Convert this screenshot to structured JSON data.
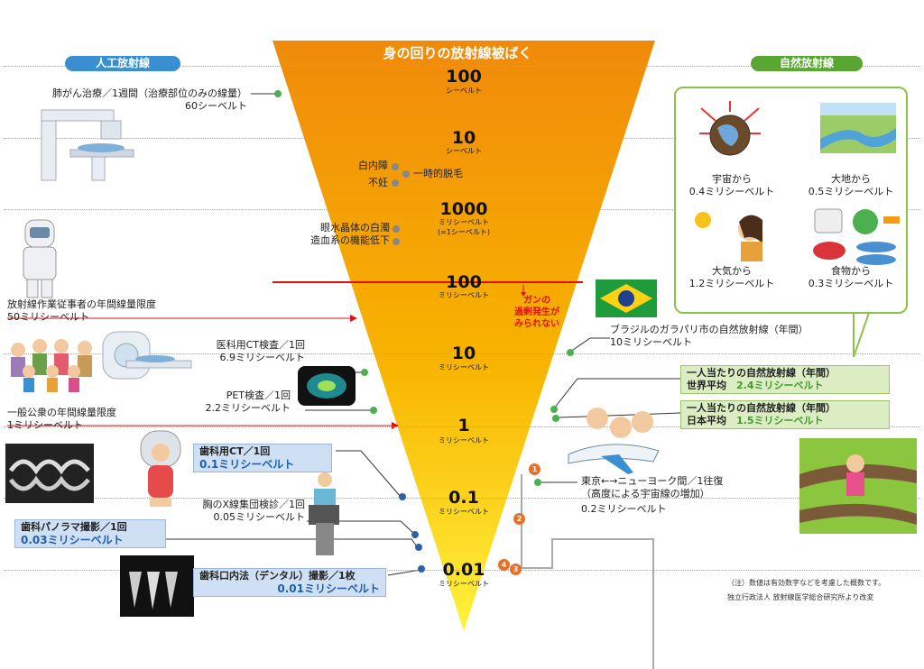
{
  "title": "身の回りの放射線被ばく",
  "badges": {
    "artificial": "人工放射線",
    "natural": "自然放射線"
  },
  "scale": [
    {
      "num": "100",
      "unit": "シーベルト"
    },
    {
      "num": "10",
      "unit": "シーベルト"
    },
    {
      "num": "1000",
      "unit": "ミリシーベルト",
      "unit2": "(=1シーベルト)"
    },
    {
      "num": "100",
      "unit": "ミリシーベルト"
    },
    {
      "num": "10",
      "unit": "ミリシーベルト"
    },
    {
      "num": "1",
      "unit": "ミリシーベルト"
    },
    {
      "num": "0.1",
      "unit": "ミリシーベルト"
    },
    {
      "num": "0.01",
      "unit": "ミリシーベルト"
    }
  ],
  "effects": {
    "cataract": "白内障",
    "sterility": "不妊",
    "hair_loss": "一時的脱毛",
    "lens_opacity": "眼水晶体の白濁",
    "hematopoietic": "造血系の機能低下",
    "cancer_line": "ガンの\n過剰発生が\nみられない"
  },
  "left": {
    "lung": {
      "l1": "肺がん治療／1週間（治療部位のみの線量）",
      "l2": "60シーベルト"
    },
    "worker": {
      "l1": "放射線作業従事者の年間線量限度",
      "l2": "50ミリシーベルト"
    },
    "ct": {
      "l1": "医科用CT検査／1回",
      "l2": "6.9ミリシーベルト"
    },
    "pet": {
      "l1": "PET検査／1回",
      "l2": "2.2ミリシーベルト"
    },
    "public": {
      "l1": "一般公衆の年間線量限度",
      "l2": "1ミリシーベルト"
    },
    "dental_ct": {
      "l1": "歯科用CT／1回",
      "l2": "0.1ミリシーベルト"
    },
    "chest": {
      "l1": "胸のX線集団検診／1回",
      "l2": "0.05ミリシーベルト"
    },
    "panorama": {
      "l1": "歯科パノラマ撮影／1回",
      "l2": "0.03ミリシーベルト"
    },
    "intraoral": {
      "l1": "歯科口内法（デンタル）撮影／1枚",
      "l2": "0.01ミリシーベルト"
    }
  },
  "right": {
    "natural_items": [
      {
        "l1": "宇宙から",
        "l2": "0.4ミリシーベルト"
      },
      {
        "l1": "大地から",
        "l2": "0.5ミリシーベルト"
      },
      {
        "l1": "大気から",
        "l2": "1.2ミリシーベルト"
      },
      {
        "l1": "食物から",
        "l2": "0.3ミリシーベルト"
      }
    ],
    "brazil": {
      "l1": "ブラジルのガラパリ市の自然放射線（年間）",
      "l2": "10ミリシーベルト"
    },
    "world": {
      "l1": "一人当たりの自然放射線（年間）",
      "l2a": "世界平均",
      "l2b": "2.4ミリシーベルト"
    },
    "japan": {
      "l1": "一人当たりの自然放射線（年間）",
      "l2a": "日本平均",
      "l2b": "1.5ミリシーベルト"
    },
    "flight": {
      "l1": "東京←→ニューヨーク間／1往復",
      "l2": "（高度による宇宙線の増加）",
      "l3": "0.2ミリシーベルト"
    },
    "markers": [
      "1",
      "2",
      "4",
      "3"
    ]
  },
  "notes": {
    "n1": "（注）数値は有効数字などを考慮した概数です。",
    "n2": "独立行政法人 放射線医学総合研究所より改変"
  },
  "colors": {
    "top": "#f08a0a",
    "bottom": "#fff23c",
    "green": "#4caf50",
    "blue": "#2f6fb4",
    "red": "#e01010"
  }
}
